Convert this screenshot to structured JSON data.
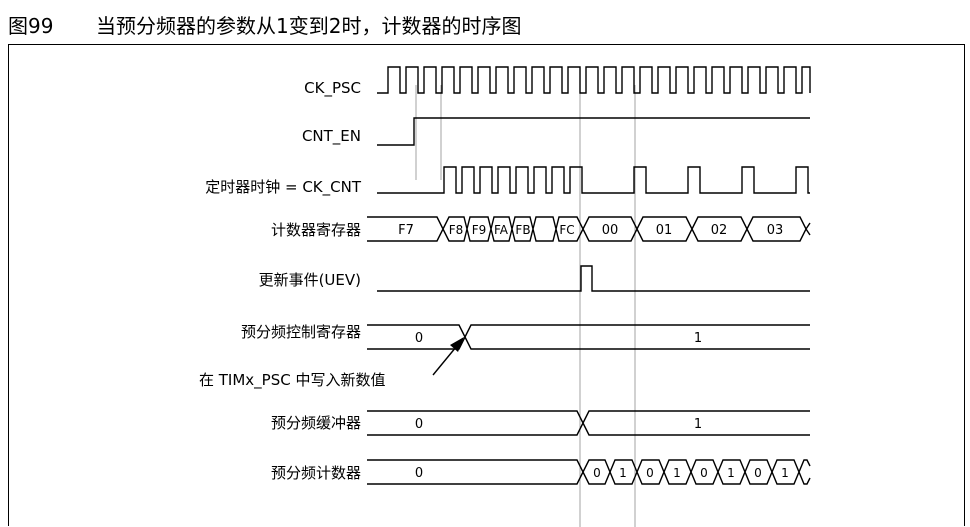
{
  "figure": {
    "number": "图99",
    "title": "当预分频器的参数从1变到2时，计数器的时序图"
  },
  "signals": [
    {
      "id": "ck_psc",
      "label": "CK_PSC"
    },
    {
      "id": "cnt_en",
      "label": "CNT_EN"
    },
    {
      "id": "ck_cnt",
      "label": "定时器时钟 = CK_CNT"
    },
    {
      "id": "counter",
      "label": "计数器寄存器",
      "values": [
        "F7",
        "F8",
        "F9",
        "FA",
        "FB",
        "FC",
        "00",
        "01",
        "02",
        "03"
      ]
    },
    {
      "id": "uev",
      "label": "更新事件(UEV)"
    },
    {
      "id": "psc_ctrl",
      "label": "预分频控制寄存器",
      "values": [
        "0",
        "1"
      ]
    },
    {
      "id": "psc_buf",
      "label": "预分频缓冲器",
      "values": [
        "0",
        "1"
      ]
    },
    {
      "id": "psc_cnt",
      "label": "预分频计数器",
      "values": [
        "0",
        "0",
        "1",
        "0",
        "1",
        "0",
        "1",
        "0",
        "1"
      ]
    }
  ],
  "annotation": {
    "text": "在 TIMx_PSC 中写入新数值"
  }
}
